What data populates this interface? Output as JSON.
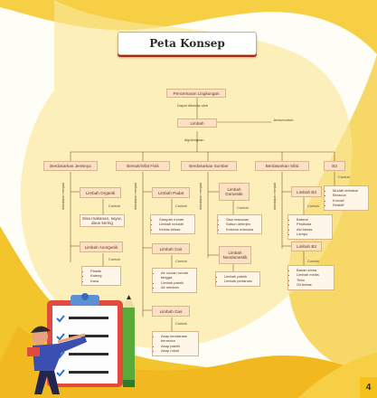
{
  "title": "Peta Konsep",
  "page_number": "4",
  "nodes": {
    "root": "Pencemaran Lingkungan",
    "limbah": "Limbah",
    "jenis_a": "Berdasarkan Jenisnya",
    "jenis_b": "Bentuk/Sifat Fisik",
    "jenis_c": "Berdasarkan Sumber",
    "jenis_d": "Berdasarkan Sifat",
    "jenis_e": "B3",
    "organik": "Limbah Organik",
    "anorganik": "Limbah Anorganik",
    "padat": "Limbah Padat",
    "cair": "Limbah Cair",
    "gas": "Limbah Gas",
    "domestik": "Limbah Domestik",
    "nondomestik": "Limbah Nondomestik",
    "b3a": "Limbah B3",
    "b3b": "Limbah B3"
  },
  "labels": {
    "dapat_dikelola": "Dapat dikelola oleh",
    "contoh_jenis": "Jenis/contoh",
    "digolongkan": "digolongkan",
    "dibedakan_1": "dibedakan menjadi",
    "dibedakan_2": "dibedakan menjadi",
    "dibedakan_3": "dibedakan menjadi",
    "dibedakan_4": "dibedakan menjadi",
    "contoh": "Contoh",
    "contoh2": "Contoh",
    "contoh3": "Contoh",
    "contoh4": "Contoh",
    "contoh5": "Contoh",
    "contoh6": "Contoh",
    "contoh7": "Contoh",
    "contoh8": "Contoh",
    "contoh9": "Contoh"
  },
  "lists": {
    "organik_desc": "Sisa makanan, sayur, daun kering",
    "anorganik": [
      "Plastik",
      "Kaleng",
      "Kaca"
    ],
    "padat": [
      "Sampah rumah",
      "Limbah industri",
      "Kertas bekas"
    ],
    "cair": [
      "Air cucian rumah tangga",
      "Limbah pabrik",
      "Air selokan"
    ],
    "gas": [
      "Asap kendaraan bermotor",
      "Asap pabrik",
      "Asap rokok"
    ],
    "domestik": [
      "Sisa makanan",
      "Sabun deterjen",
      "Kotoran manusia"
    ],
    "nondomestik": [
      "Limbah pabrik",
      "Limbah pertanian"
    ],
    "b3_sifat": [
      "Baterai",
      "Pestisida",
      "Aki bekas",
      "Lampu"
    ],
    "b3_lain": [
      "Bahan kimia",
      "Limbah medis",
      "Tinta",
      "Oli bekas"
    ],
    "e_list": [
      "Mudah terbakar",
      "Beracun",
      "Korosif",
      "Reaktif"
    ]
  },
  "colors": {
    "accent_yellow": "#f4c21a",
    "box_fill": "#fbe0c3",
    "title_shadow": "#b32222"
  }
}
